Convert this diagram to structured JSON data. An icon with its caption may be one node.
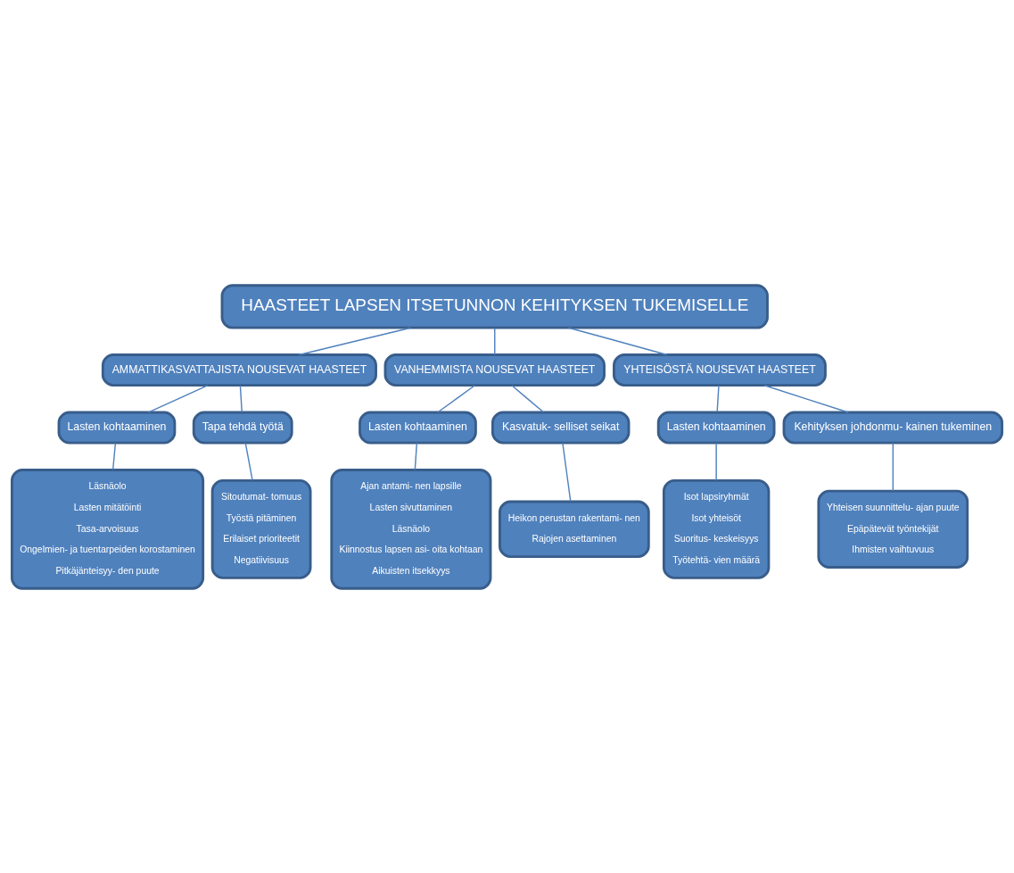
{
  "diagram": {
    "nodes": [
      {
        "text": [
          "HAASTEET LAPSEN ITSETUNNON KEHITYKSEN TUKEMISELLE"
        ]
      },
      {
        "text": [
          "AMMATTIKASVATTAJISTA NOUSEVAT HAASTEET"
        ]
      },
      {
        "text": [
          "VANHEMMISTA NOUSEVAT HAASTEET"
        ]
      },
      {
        "text": [
          "YHTEISÖSTÄ NOUSEVAT HAASTEET"
        ]
      },
      {
        "text": [
          "Lasten kohtaaminen"
        ]
      },
      {
        "text": [
          "Tapa tehdä työtä"
        ]
      },
      {
        "text": [
          "Lasten kohtaaminen"
        ]
      },
      {
        "text": [
          "Kasvatuk- selliset seikat"
        ]
      },
      {
        "text": [
          "Lasten kohtaaminen"
        ]
      },
      {
        "text": [
          "Kehityksen johdonmu- kainen tukeminen"
        ]
      },
      {
        "text": [
          "Läsnäolo",
          "Lasten mitätöinti",
          "Tasa-arvoisuus",
          "Ongelmien- ja tuentarpeiden korostaminen",
          "Pitkäjänteisyy- den puute"
        ]
      },
      {
        "text": [
          "Sitoutumat- tomuus",
          "Työstä pitäminen",
          "Erilaiset prioriteetit",
          "Negatiivisuus"
        ]
      },
      {
        "text": [
          "Ajan antami- nen lapsille",
          "Lasten sivuttaminen",
          "Läsnäolo",
          "Kiinnostus lapsen asi- oita kohtaan",
          "Aikuisten itsekkyys"
        ]
      },
      {
        "text": [
          "Heikon perustan rakentami- nen",
          "Rajojen asettaminen"
        ]
      },
      {
        "text": [
          "Isot lapsiryhmät",
          "Isot yhteisöt",
          "Suoritus- keskeisyys",
          "Työtehtä- vien määrä"
        ]
      },
      {
        "text": [
          "Yhteisen suunnittelu- ajan puute",
          "Epäpätevät työntekijät",
          "Ihmisten vaihtuvuus"
        ]
      }
    ],
    "edges": [
      {
        "from": 0,
        "to": 1,
        "arrow": "none"
      },
      {
        "from": 0,
        "to": 2,
        "arrow": "none"
      },
      {
        "from": 0,
        "to": 3,
        "arrow": "none"
      },
      {
        "from": 1,
        "to": 4,
        "arrow": "none"
      },
      {
        "from": 1,
        "to": 5,
        "arrow": "none"
      },
      {
        "from": 2,
        "to": 6,
        "arrow": "none"
      },
      {
        "from": 2,
        "to": 7,
        "arrow": "none"
      },
      {
        "from": 3,
        "to": 8,
        "arrow": "none"
      },
      {
        "from": 3,
        "to": 9,
        "arrow": "none"
      },
      {
        "from": 4,
        "to": 10,
        "arrow": "none"
      },
      {
        "from": 5,
        "to": 11,
        "arrow": "none"
      },
      {
        "from": 6,
        "to": 12,
        "arrow": "none"
      },
      {
        "from": 7,
        "to": 13,
        "arrow": "none"
      },
      {
        "from": 8,
        "to": 14,
        "arrow": "none"
      },
      {
        "from": 9,
        "to": 15,
        "arrow": "none"
      }
    ]
  }
}
